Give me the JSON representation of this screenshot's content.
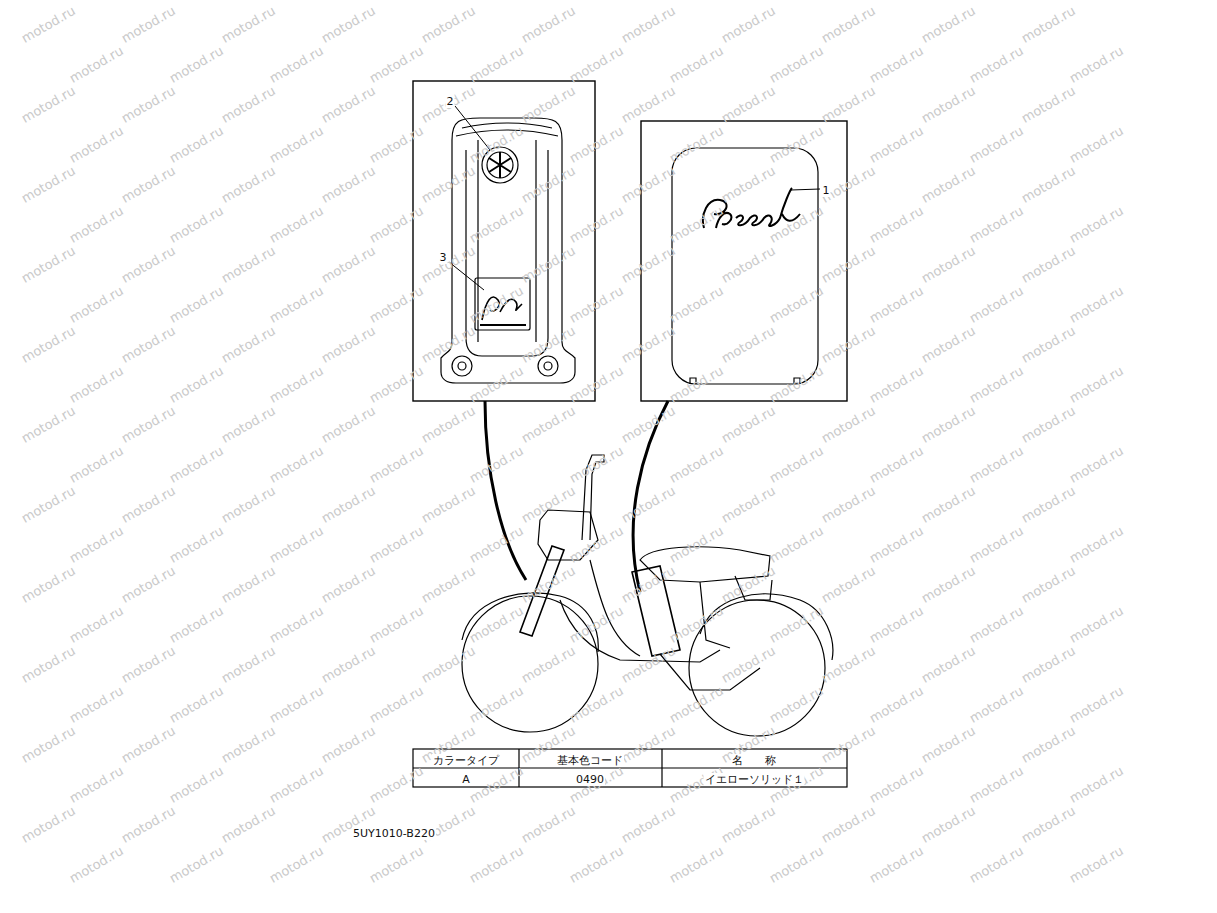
{
  "diagram": {
    "labels": [
      "2",
      "3",
      "1",
      "カラータイプ",
      "基本色コード",
      "名　　称",
      "A",
      "0490",
      "イエローソリッド１",
      "5UY1010-B220",
      "motod.ru",
      "motod.ru",
      "motod.ru",
      "motod.ru",
      "motod.ru",
      "motod.ru",
      "motod.ru",
      "motod.ru",
      "motod.ru",
      "motod.ru",
      "motod.ru",
      "motod.ru",
      "motod.ru",
      "motod.ru",
      "motod.ru",
      "motod.ru",
      "motod.ru",
      "motod.ru",
      "motod.ru",
      "motod.ru",
      "motod.ru",
      "motod.ru",
      "motod.ru",
      "motod.ru",
      "motod.ru",
      "motod.ru",
      "motod.ru",
      "motod.ru",
      "motod.ru",
      "motod.ru",
      "motod.ru",
      "motod.ru",
      "motod.ru",
      "motod.ru",
      "motod.ru",
      "motod.ru",
      "motod.ru",
      "motod.ru",
      "motod.ru",
      "motod.ru",
      "motod.ru",
      "motod.ru",
      "motod.ru",
      "motod.ru",
      "motod.ru",
      "motod.ru",
      "motod.ru",
      "motod.ru",
      "motod.ru",
      "motod.ru",
      "motod.ru",
      "motod.ru",
      "motod.ru",
      "motod.ru",
      "motod.ru",
      "motod.ru",
      "motod.ru",
      "motod.ru",
      "motod.ru",
      "motod.ru",
      "motod.ru",
      "motod.ru",
      "motod.ru",
      "motod.ru",
      "motod.ru",
      "motod.ru",
      "motod.ru",
      "motod.ru",
      "motod.ru",
      "motod.ru",
      "motod.ru",
      "motod.ru",
      "motod.ru",
      "motod.ru",
      "motod.ru",
      "motod.ru",
      "motod.ru",
      "motod.ru",
      "motod.ru",
      "motod.ru",
      "motod.ru",
      "motod.ru",
      "motod.ru",
      "motod.ru",
      "motod.ru",
      "motod.ru",
      "motod.ru",
      "motod.ru",
      "motod.ru",
      "motod.ru",
      "motod.ru",
      "motod.ru",
      "motod.ru",
      "motod.ru",
      "motod.ru",
      "motod.ru",
      "motod.ru",
      "motod.ru",
      "motod.ru",
      "motod.ru",
      "motod.ru",
      "motod.ru",
      "motod.ru",
      "motod.ru",
      "motod.ru",
      "motod.ru",
      "motod.ru",
      "motod.ru",
      "motod.ru",
      "motod.ru",
      "motod.ru",
      "motod.ru",
      "motod.ru",
      "motod.ru",
      "motod.ru",
      "motod.ru",
      "motod.ru",
      "motod.ru",
      "motod.ru",
      "motod.ru",
      "motod.ru",
      "motod.ru",
      "motod.ru",
      "motod.ru",
      "motod.ru",
      "motod.ru",
      "motod.ru",
      "motod.ru",
      "motod.ru",
      "motod.ru",
      "motod.ru",
      "motod.ru",
      "motod.ru",
      "motod.ru",
      "motod.ru",
      "motod.ru",
      "motod.ru",
      "motod.ru",
      "motod.ru",
      "motod.ru",
      "motod.ru",
      "motod.ru",
      "motod.ru",
      "motod.ru",
      "motod.ru",
      "motod.ru",
      "motod.ru",
      "motod.ru",
      "motod.ru",
      "motod.ru",
      "motod.ru",
      "motod.ru",
      "motod.ru",
      "motod.ru",
      "motod.ru",
      "motod.ru",
      "motod.ru",
      "motod.ru",
      "motod.ru",
      "motod.ru",
      "motod.ru",
      "motod.ru",
      "motod.ru",
      "motod.ru",
      "motod.ru",
      "motod.ru",
      "motod.ru",
      "motod.ru",
      "motod.ru",
      "motod.ru",
      "motod.ru",
      "motod.ru",
      "motod.ru",
      "motod.ru",
      "motod.ru",
      "motod.ru",
      "motod.ru",
      "motod.ru",
      "motod.ru",
      "motod.ru",
      "motod.ru",
      "motod.ru",
      "motod.ru",
      "motod.ru",
      "motod.ru",
      "motod.ru",
      "motod.ru",
      "motod.ru",
      "motod.ru",
      "motod.ru",
      "motod.ru",
      "motod.ru",
      "motod.ru",
      "motod.ru",
      "motod.ru",
      "motod.ru",
      "motod.ru",
      "motod.ru",
      "motod.ru",
      "motod.ru",
      "motod.ru",
      "motod.ru",
      "motod.ru",
      "motod.ru",
      "motod.ru",
      "motod.ru",
      "motod.ru",
      "motod.ru",
      "motod.ru",
      "motod.ru",
      "motod.ru",
      "motod.ru",
      "motod.ru",
      "motod.ru",
      "motod.ru",
      "motod.ru",
      "motod.ru",
      "motod.ru",
      "motod.ru",
      "motod.ru",
      "motod.ru",
      "motod.ru",
      "motod.ru",
      "motod.ru",
      "motod.ru",
      "motod.ru",
      "motod.ru",
      "motod.ru",
      "motod.ru",
      "motod.ru",
      "motod.ru",
      "motod.ru",
      "motod.ru",
      "motod.ru",
      "motod.ru",
      "motod.ru",
      "motod.ru",
      "motod.ru",
      "motod.ru",
      "motod.ru",
      "motod.ru",
      "motod.ru"
    ]
  }
}
